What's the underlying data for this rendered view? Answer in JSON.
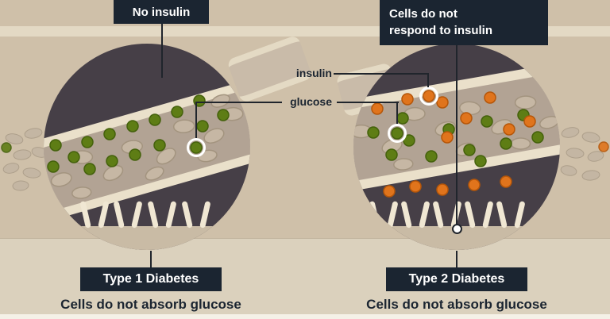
{
  "panels": {
    "left": {
      "top_label": "No insulin",
      "bottom_label": "Type 1 Diabetes",
      "caption": "Cells do not absorb glucose"
    },
    "right": {
      "top_label_line1": "Cells do not",
      "top_label_line2": "respond to insulin",
      "bottom_label": "Type 2 Diabetes",
      "caption": "Cells do not absorb glucose"
    }
  },
  "legend": {
    "insulin_label": "insulin",
    "glucose_label": "glucose"
  },
  "colors": {
    "background": "#cfc0a9",
    "top_band": "#e3d9c4",
    "bottom_area": "#dbd1bd",
    "bottom_strip": "#f5f1e7",
    "circle_background": "#463f47",
    "vessel_wall": "#eae0ca",
    "vessel_interior": "#b2a394",
    "blood_cell": "#c6b7a4",
    "blood_cell_edge": "#a3947f",
    "tissue": "#c9bba5",
    "receptor": "#f0e7d3",
    "glucose_dot": "#5e7d15",
    "glucose_dot_edge": "#44610c",
    "insulin_dot": "#e0741c",
    "insulin_dot_edge": "#b55609",
    "label_box": "#1b2531",
    "label_text": "#ffffff",
    "pointer_line": "#20252c"
  }
}
